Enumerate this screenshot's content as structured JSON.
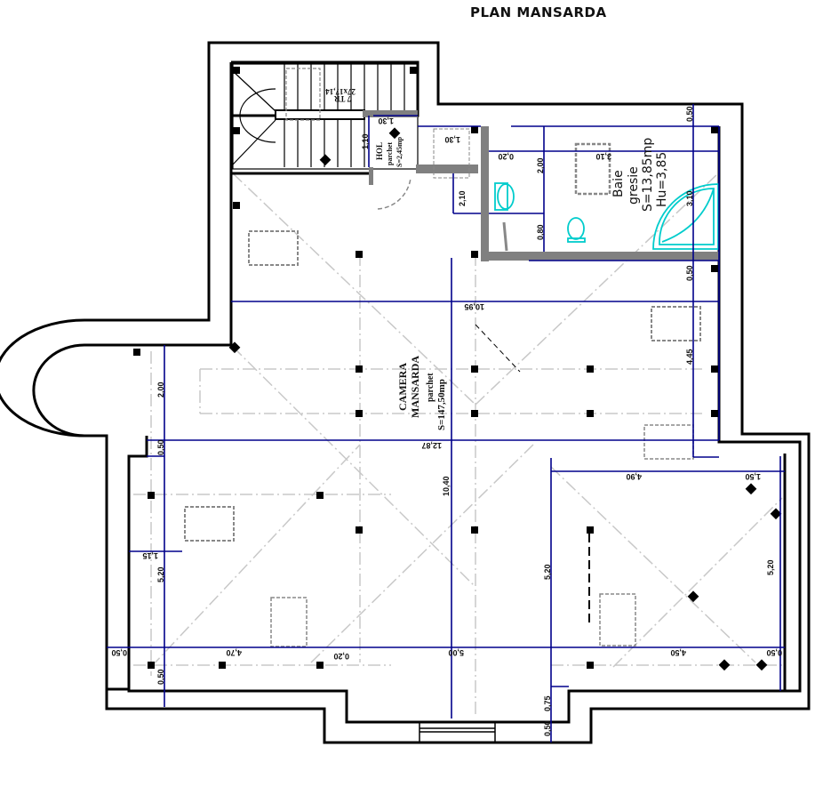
{
  "title": "PLAN MANSARDA",
  "rooms": {
    "camera": {
      "name_line1": "CAMERA",
      "name_line2": "MANSARDA",
      "finish": "parchet",
      "area": "S=147,50mp"
    },
    "baie": {
      "name": "Baie",
      "finish": "gresie",
      "area": "S=13,85mp",
      "height": "Hu=3,85"
    },
    "hol": {
      "name": "HOL",
      "finish": "parchet",
      "area": "S=2,45mp"
    },
    "stair": {
      "label1": "27x17,14",
      "label2": "7 TR"
    }
  },
  "dimensions": {
    "top_wall": "10,95",
    "diag_total": "12,87",
    "mid_vertical": "10,40",
    "right_upper_1": "0,50",
    "right_upper_2": "3,10",
    "right_upper_3": "0,50",
    "right_upper_4": "4,45",
    "left_1": "2,00",
    "left_2": "0,50",
    "left_3": "5,20",
    "left_4": "0,50",
    "left_5": "1,15",
    "bottom_1": "0,50",
    "bottom_2": "4,70",
    "bottom_3": "0,20",
    "bottom_4": "5,00",
    "bottom_5": "4,50",
    "bottom_6": "0,50",
    "right_lower_top1": "4,90",
    "right_lower_top2": "1,50",
    "right_lower_v1": "5,20",
    "right_lower_v2": "5,20",
    "bottom_v1": "0,75",
    "bottom_v2": "0,50",
    "bath_w1": "0,20",
    "bath_w2": "3,10",
    "bath_h1": "2,00",
    "bath_h2": "0,80",
    "hol_1": "1,30",
    "hol_2": "1,10",
    "hall_1": "1,30",
    "hall_2": "2,10"
  },
  "colors": {
    "wall": "#000000",
    "partition": "#808080",
    "dimension": "#00008b",
    "fixture": "#00cccc",
    "axis": "#c8c8c8"
  }
}
